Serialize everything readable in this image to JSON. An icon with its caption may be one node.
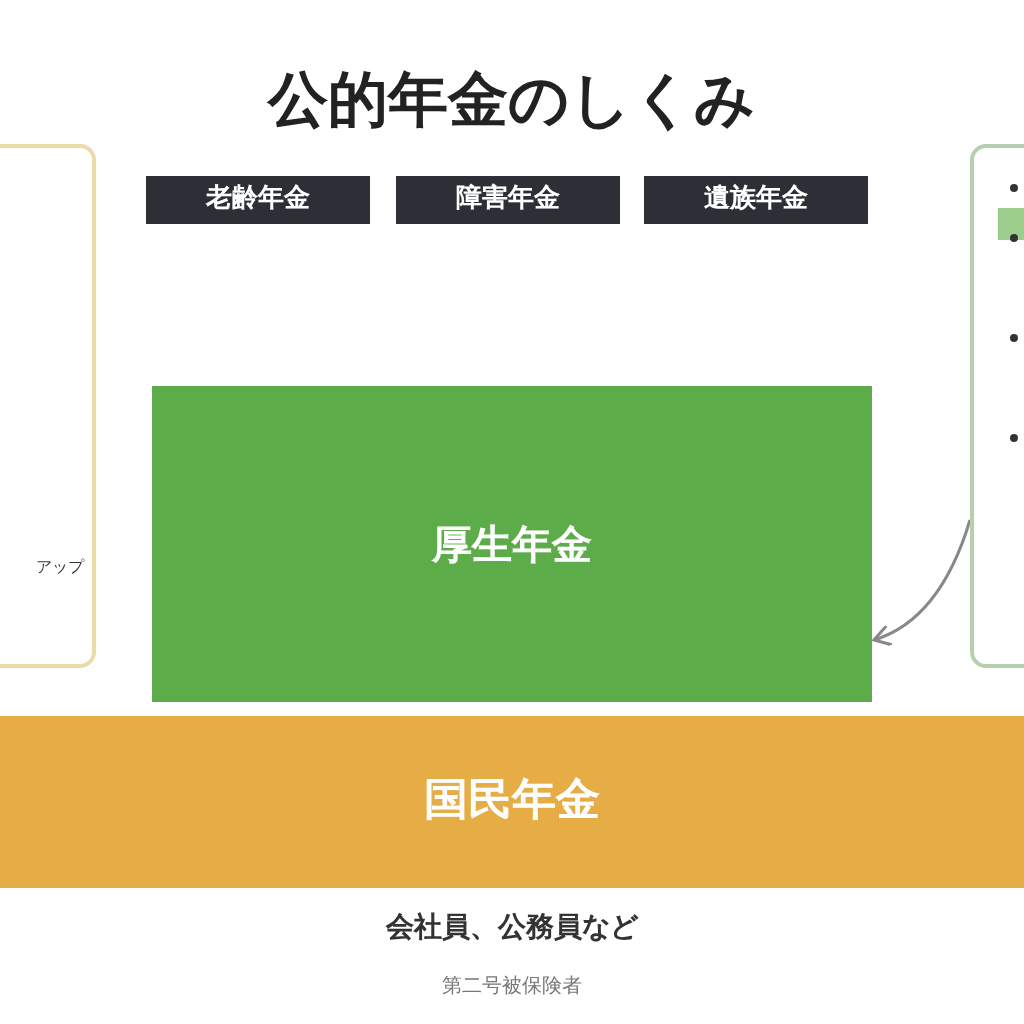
{
  "diagram": {
    "title": "公的年金のしくみ",
    "nodes": [
      {
        "text": [
          "アップ"
        ]
      },
      {
        "text": [
          "老齢年金"
        ]
      },
      {
        "text": [
          "障害年金"
        ]
      },
      {
        "text": [
          "遺族年金"
        ]
      },
      {
        "text": [],
        "shape": "box"
      },
      {
        "text": [
          "厚生年金"
        ]
      },
      {
        "text": [
          "国民年金"
        ]
      }
    ],
    "edges": [
      {
        "from": 4,
        "to": 5,
        "arrow": "to"
      }
    ],
    "labels": [
      "会社員、公務員など",
      "第二号被保険者"
    ]
  }
}
